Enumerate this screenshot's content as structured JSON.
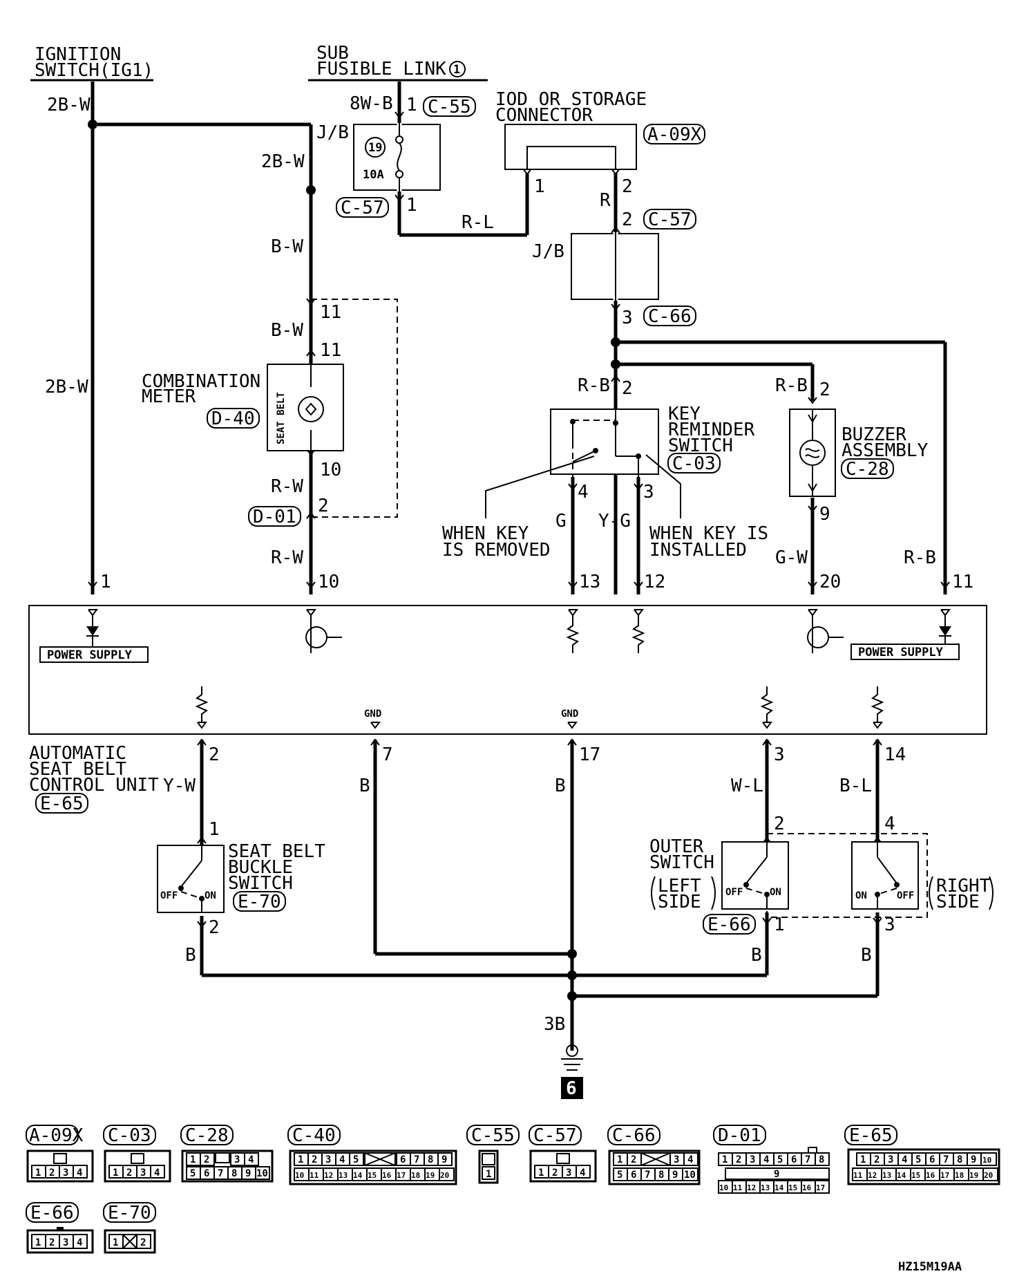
{
  "components": {
    "ignition_switch": [
      "IGNITION",
      "SWITCH(IG1)"
    ],
    "sub_fusible_link": [
      "SUB",
      "FUSIBLE LINK"
    ],
    "fusible_link_number": "1",
    "iod_connector": [
      "IOD OR STORAGE",
      "CONNECTOR"
    ],
    "junction_block": "J/B",
    "fuse_number": "19",
    "fuse_rating": "10A",
    "combination_meter": [
      "COMBINATION",
      "METER"
    ],
    "seat_belt_indicator": "SEAT BELT",
    "key_reminder_switch": [
      "KEY",
      "REMINDER",
      "SWITCH"
    ],
    "buzzer_assembly": [
      "BUZZER",
      "ASSEMBLY"
    ],
    "when_key_removed": [
      "WHEN KEY",
      "IS REMOVED"
    ],
    "when_key_installed": [
      "WHEN KEY IS",
      "INSTALLED"
    ],
    "control_unit": [
      "AUTOMATIC",
      "SEAT BELT",
      "CONTROL UNIT"
    ],
    "power_supply": "POWER SUPPLY",
    "gnd": "GND",
    "seat_belt_buckle_switch": [
      "SEAT BELT",
      "BUCKLE",
      "SWITCH"
    ],
    "outer_switch": [
      "OUTER",
      "SWITCH"
    ],
    "left_side": [
      "LEFT",
      "SIDE"
    ],
    "right_side": [
      "RIGHT",
      "SIDE"
    ],
    "switch_off": "OFF",
    "switch_on": "ON",
    "ground_number": "6",
    "drawing_code": "HZ15M19AA"
  },
  "connectors": {
    "c55": "C-55",
    "a09x": "A-09X",
    "c57": "C-57",
    "c66": "C-66",
    "d40": "D-40",
    "d01": "D-01",
    "c03": "C-03",
    "c28": "C-28",
    "e65": "E-65",
    "e70": "E-70",
    "e66": "E-66",
    "c40": "C-40"
  },
  "wires": {
    "w2bw": "2B-W",
    "w8wb": "8W-B",
    "wbw": "B-W",
    "wrl": "R-L",
    "wr": "R",
    "wrb": "R-B",
    "wrw": "R-W",
    "wg": "G",
    "wyg": "Y-G",
    "wgw": "G-W",
    "wyw": "Y-W",
    "wb": "B",
    "wwl": "W-L",
    "wbl": "B-L",
    "w3b": "3B"
  },
  "pins": {
    "p1": "1",
    "p2": "2",
    "p3": "3",
    "p4": "4",
    "p7": "7",
    "p9": "9",
    "p10": "10",
    "p11": "11",
    "p12": "12",
    "p13": "13",
    "p14": "14",
    "p17": "17",
    "p20": "20"
  },
  "connector_faces": {
    "a09x": [
      [
        "1",
        "2",
        "3",
        "4"
      ]
    ],
    "c03": [
      [
        "1",
        "2",
        "3",
        "4"
      ]
    ],
    "c28": [
      [
        "1",
        "2",
        "",
        "3",
        "4"
      ],
      [
        "5",
        "6",
        "7",
        "8",
        "9",
        "10"
      ]
    ],
    "c40": [
      [
        "1",
        "2",
        "3",
        "4",
        "5",
        "",
        "6",
        "7",
        "8",
        "9"
      ],
      [
        "10",
        "11",
        "12",
        "13",
        "14",
        "15",
        "16",
        "17",
        "18",
        "19",
        "20"
      ]
    ],
    "c55": [
      [
        "1"
      ]
    ],
    "c57": [
      [
        "1",
        "2",
        "3",
        "4"
      ]
    ],
    "c66": [
      [
        "1",
        "2",
        "",
        "3",
        "4"
      ],
      [
        "5",
        "6",
        "7",
        "8",
        "9",
        "10"
      ]
    ],
    "d01": [
      [
        "1",
        "2",
        "3",
        "4",
        "5",
        "6",
        "7",
        "8"
      ],
      [
        "9"
      ],
      [
        "10",
        "11",
        "12",
        "13",
        "14",
        "15",
        "16",
        "17"
      ]
    ],
    "e65": [
      [
        "1",
        "2",
        "3",
        "4",
        "5",
        "6",
        "7",
        "8",
        "9",
        "10"
      ],
      [
        "11",
        "12",
        "13",
        "14",
        "15",
        "16",
        "17",
        "18",
        "19",
        "20"
      ]
    ],
    "e66": [
      [
        "1",
        "2",
        "3",
        "4"
      ]
    ],
    "e70": [
      [
        "1",
        "",
        "2"
      ]
    ]
  }
}
